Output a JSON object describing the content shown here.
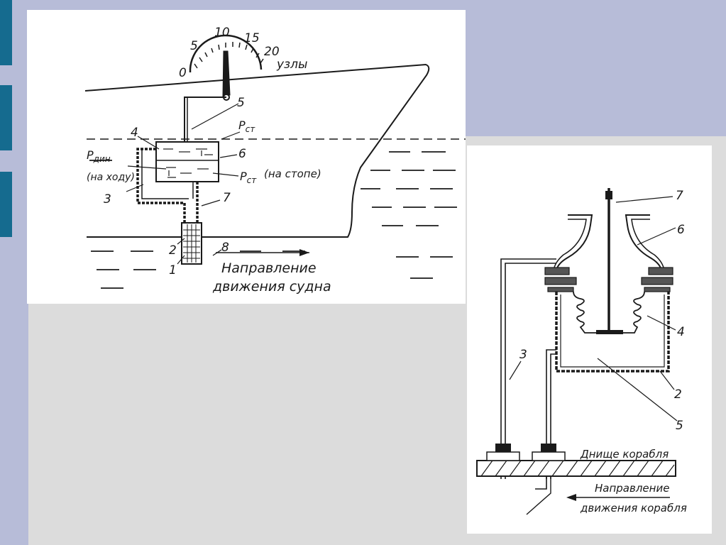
{
  "slide": {
    "colors": {
      "accent_tab": "#156b8f",
      "band": "#b7bcd8",
      "background": "#dcdcdc"
    }
  },
  "figure1": {
    "scale": {
      "ticks": [
        "0",
        "5",
        "10",
        "15",
        "20"
      ],
      "unit": "узлы"
    },
    "labels": {
      "n1": "1",
      "n2": "2",
      "n3": "3",
      "n4": "4",
      "n5": "5",
      "n6": "6",
      "n7": "7",
      "n8": "8",
      "p_din": "P",
      "p_din_sub": "дин",
      "na_hodu": "(на ходу)",
      "p_st_top": "P",
      "p_st_top_sub": "ст",
      "p_st_bottom": "P",
      "p_st_bottom_sub": "ст",
      "na_stope": "(на стопе)",
      "direction_line1": "Направление",
      "direction_line2": "движения судна"
    }
  },
  "figure2": {
    "labels": {
      "n2": "2",
      "n3": "3",
      "n4": "4",
      "n5": "5",
      "n6": "6",
      "n7": "7",
      "hull_bottom": "Днище корабля",
      "direction_line1": "Направление",
      "direction_line2": "движения корабля"
    }
  }
}
